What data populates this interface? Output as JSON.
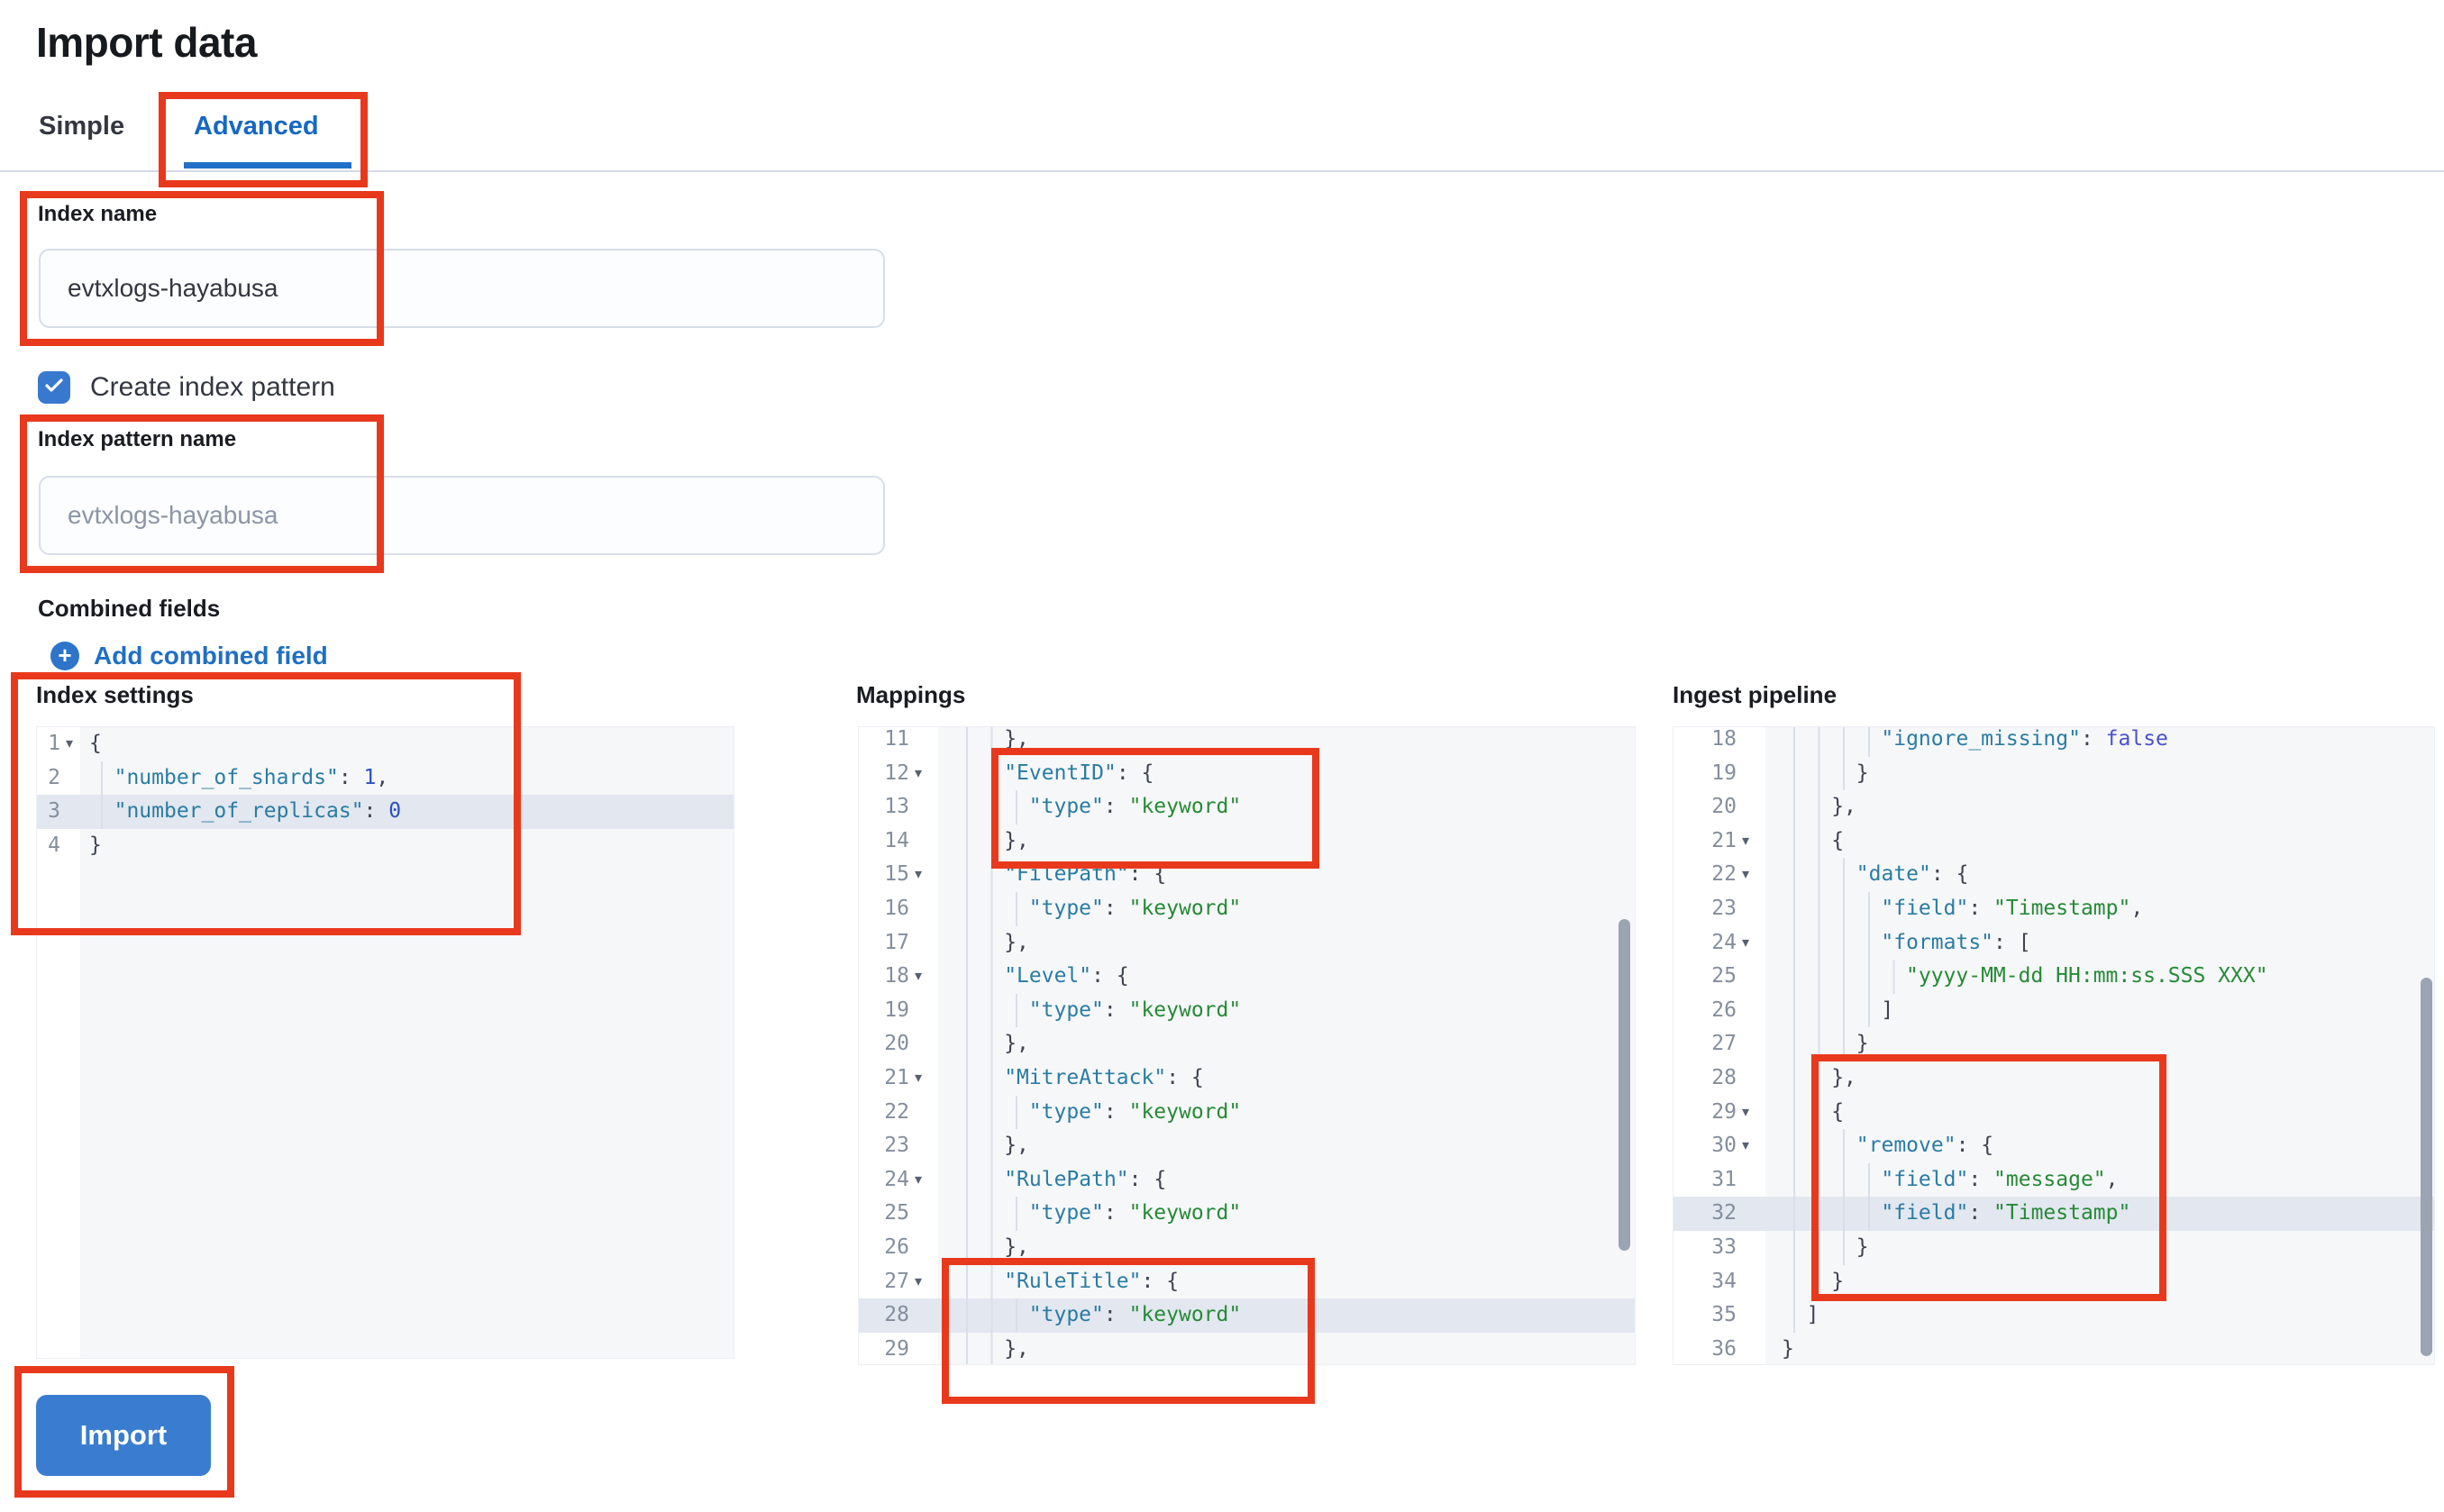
{
  "page": {
    "title": "Import data"
  },
  "tabs": [
    {
      "label": "Simple",
      "active": false
    },
    {
      "label": "Advanced",
      "active": true
    }
  ],
  "form": {
    "index_name": {
      "label": "Index name",
      "value": "evtxlogs-hayabusa"
    },
    "create_index_pattern": {
      "label": "Create index pattern",
      "checked": true
    },
    "index_pattern_name": {
      "label": "Index pattern name",
      "placeholder": "evtxlogs-hayabusa"
    },
    "combined_fields": {
      "label": "Combined fields",
      "add_link": "Add combined field",
      "add_icon": "plus-circle-icon"
    }
  },
  "import_button": {
    "label": "Import"
  },
  "colors": {
    "annotation_red": "#e8391d",
    "accent_blue": "#3a7dd0",
    "tab_blue": "#1568c3",
    "link_blue": "#1f6fc4",
    "checkbox_blue": "#3879cf",
    "code_key": "#2a7ca3",
    "code_string": "#268a36",
    "code_number": "#2d4fc4",
    "code_atom": "#4a51cc",
    "editor_bg": "#f6f7f9",
    "active_line_bg": "#e2e7f0"
  },
  "editors": [
    {
      "label": "Index settings",
      "lines": [
        {
          "n": "1",
          "fold": true,
          "ind": 0,
          "hl": false,
          "seg": [
            [
              "p",
              "{"
            ]
          ]
        },
        {
          "n": "2",
          "fold": false,
          "ind": 2,
          "hl": false,
          "seg": [
            [
              "k",
              "\"number_of_shards\""
            ],
            [
              "p",
              ": "
            ],
            [
              "n",
              "1"
            ],
            [
              "p",
              ","
            ]
          ]
        },
        {
          "n": "3",
          "fold": false,
          "ind": 2,
          "hl": true,
          "seg": [
            [
              "k",
              "\"number_of_replicas\""
            ],
            [
              "p",
              ": "
            ],
            [
              "n",
              "0"
            ]
          ]
        },
        {
          "n": "4",
          "fold": false,
          "ind": 0,
          "hl": false,
          "seg": [
            [
              "p",
              "}"
            ]
          ]
        }
      ]
    },
    {
      "label": "Mappings",
      "lines": [
        {
          "n": "11",
          "fold": false,
          "ind": 4,
          "hl": false,
          "seg": [
            [
              "p",
              "},"
            ]
          ]
        },
        {
          "n": "12",
          "fold": true,
          "ind": 4,
          "hl": false,
          "seg": [
            [
              "k",
              "\"EventID\""
            ],
            [
              "p",
              ": {"
            ]
          ]
        },
        {
          "n": "13",
          "fold": false,
          "ind": 6,
          "hl": false,
          "seg": [
            [
              "k",
              "\"type\""
            ],
            [
              "p",
              ": "
            ],
            [
              "s",
              "\"keyword\""
            ]
          ]
        },
        {
          "n": "14",
          "fold": false,
          "ind": 4,
          "hl": false,
          "seg": [
            [
              "p",
              "},"
            ]
          ]
        },
        {
          "n": "15",
          "fold": true,
          "ind": 4,
          "hl": false,
          "seg": [
            [
              "k",
              "\"FilePath\""
            ],
            [
              "p",
              ": {"
            ]
          ]
        },
        {
          "n": "16",
          "fold": false,
          "ind": 6,
          "hl": false,
          "seg": [
            [
              "k",
              "\"type\""
            ],
            [
              "p",
              ": "
            ],
            [
              "s",
              "\"keyword\""
            ]
          ]
        },
        {
          "n": "17",
          "fold": false,
          "ind": 4,
          "hl": false,
          "seg": [
            [
              "p",
              "},"
            ]
          ]
        },
        {
          "n": "18",
          "fold": true,
          "ind": 4,
          "hl": false,
          "seg": [
            [
              "k",
              "\"Level\""
            ],
            [
              "p",
              ": {"
            ]
          ]
        },
        {
          "n": "19",
          "fold": false,
          "ind": 6,
          "hl": false,
          "seg": [
            [
              "k",
              "\"type\""
            ],
            [
              "p",
              ": "
            ],
            [
              "s",
              "\"keyword\""
            ]
          ]
        },
        {
          "n": "20",
          "fold": false,
          "ind": 4,
          "hl": false,
          "seg": [
            [
              "p",
              "},"
            ]
          ]
        },
        {
          "n": "21",
          "fold": true,
          "ind": 4,
          "hl": false,
          "seg": [
            [
              "k",
              "\"MitreAttack\""
            ],
            [
              "p",
              ": {"
            ]
          ]
        },
        {
          "n": "22",
          "fold": false,
          "ind": 6,
          "hl": false,
          "seg": [
            [
              "k",
              "\"type\""
            ],
            [
              "p",
              ": "
            ],
            [
              "s",
              "\"keyword\""
            ]
          ]
        },
        {
          "n": "23",
          "fold": false,
          "ind": 4,
          "hl": false,
          "seg": [
            [
              "p",
              "},"
            ]
          ]
        },
        {
          "n": "24",
          "fold": true,
          "ind": 4,
          "hl": false,
          "seg": [
            [
              "k",
              "\"RulePath\""
            ],
            [
              "p",
              ": {"
            ]
          ]
        },
        {
          "n": "25",
          "fold": false,
          "ind": 6,
          "hl": false,
          "seg": [
            [
              "k",
              "\"type\""
            ],
            [
              "p",
              ": "
            ],
            [
              "s",
              "\"keyword\""
            ]
          ]
        },
        {
          "n": "26",
          "fold": false,
          "ind": 4,
          "hl": false,
          "seg": [
            [
              "p",
              "},"
            ]
          ]
        },
        {
          "n": "27",
          "fold": true,
          "ind": 4,
          "hl": false,
          "seg": [
            [
              "k",
              "\"RuleTitle\""
            ],
            [
              "p",
              ": {"
            ]
          ]
        },
        {
          "n": "28",
          "fold": false,
          "ind": 6,
          "hl": true,
          "seg": [
            [
              "k",
              "\"type\""
            ],
            [
              "p",
              ": "
            ],
            [
              "s",
              "\"keyword\""
            ]
          ]
        },
        {
          "n": "29",
          "fold": false,
          "ind": 4,
          "hl": false,
          "seg": [
            [
              "p",
              "},"
            ]
          ]
        }
      ]
    },
    {
      "label": "Ingest pipeline",
      "lines": [
        {
          "n": "18",
          "fold": false,
          "ind": 8,
          "hl": false,
          "seg": [
            [
              "k",
              "\"ignore_missing\""
            ],
            [
              "p",
              ": "
            ],
            [
              "a",
              "false"
            ]
          ]
        },
        {
          "n": "19",
          "fold": false,
          "ind": 6,
          "hl": false,
          "seg": [
            [
              "p",
              "}"
            ]
          ]
        },
        {
          "n": "20",
          "fold": false,
          "ind": 4,
          "hl": false,
          "seg": [
            [
              "p",
              "},"
            ]
          ]
        },
        {
          "n": "21",
          "fold": true,
          "ind": 4,
          "hl": false,
          "seg": [
            [
              "p",
              "{"
            ]
          ]
        },
        {
          "n": "22",
          "fold": true,
          "ind": 6,
          "hl": false,
          "seg": [
            [
              "k",
              "\"date\""
            ],
            [
              "p",
              ": {"
            ]
          ]
        },
        {
          "n": "23",
          "fold": false,
          "ind": 8,
          "hl": false,
          "seg": [
            [
              "k",
              "\"field\""
            ],
            [
              "p",
              ": "
            ],
            [
              "s",
              "\"Timestamp\""
            ],
            [
              "p",
              ","
            ]
          ]
        },
        {
          "n": "24",
          "fold": true,
          "ind": 8,
          "hl": false,
          "seg": [
            [
              "k",
              "\"formats\""
            ],
            [
              "p",
              ": ["
            ]
          ]
        },
        {
          "n": "25",
          "fold": false,
          "ind": 10,
          "hl": false,
          "seg": [
            [
              "s",
              "\"yyyy-MM-dd HH:mm:ss.SSS XXX\""
            ]
          ]
        },
        {
          "n": "26",
          "fold": false,
          "ind": 8,
          "hl": false,
          "seg": [
            [
              "p",
              "]"
            ]
          ]
        },
        {
          "n": "27",
          "fold": false,
          "ind": 6,
          "hl": false,
          "seg": [
            [
              "p",
              "}"
            ]
          ]
        },
        {
          "n": "28",
          "fold": false,
          "ind": 4,
          "hl": false,
          "seg": [
            [
              "p",
              "},"
            ]
          ]
        },
        {
          "n": "29",
          "fold": true,
          "ind": 4,
          "hl": false,
          "seg": [
            [
              "p",
              "{"
            ]
          ]
        },
        {
          "n": "30",
          "fold": true,
          "ind": 6,
          "hl": false,
          "seg": [
            [
              "k",
              "\"remove\""
            ],
            [
              "p",
              ": {"
            ]
          ]
        },
        {
          "n": "31",
          "fold": false,
          "ind": 8,
          "hl": false,
          "seg": [
            [
              "k",
              "\"field\""
            ],
            [
              "p",
              ": "
            ],
            [
              "s",
              "\"message\""
            ],
            [
              "p",
              ","
            ]
          ]
        },
        {
          "n": "32",
          "fold": false,
          "ind": 8,
          "hl": true,
          "seg": [
            [
              "k",
              "\"field\""
            ],
            [
              "p",
              ": "
            ],
            [
              "s",
              "\"Timestamp\""
            ]
          ]
        },
        {
          "n": "33",
          "fold": false,
          "ind": 6,
          "hl": false,
          "seg": [
            [
              "p",
              "}"
            ]
          ]
        },
        {
          "n": "34",
          "fold": false,
          "ind": 4,
          "hl": false,
          "seg": [
            [
              "p",
              "}"
            ]
          ]
        },
        {
          "n": "35",
          "fold": false,
          "ind": 2,
          "hl": false,
          "seg": [
            [
              "p",
              "]"
            ]
          ]
        },
        {
          "n": "36",
          "fold": false,
          "ind": 0,
          "hl": false,
          "seg": [
            [
              "p",
              "}"
            ]
          ]
        }
      ]
    }
  ]
}
